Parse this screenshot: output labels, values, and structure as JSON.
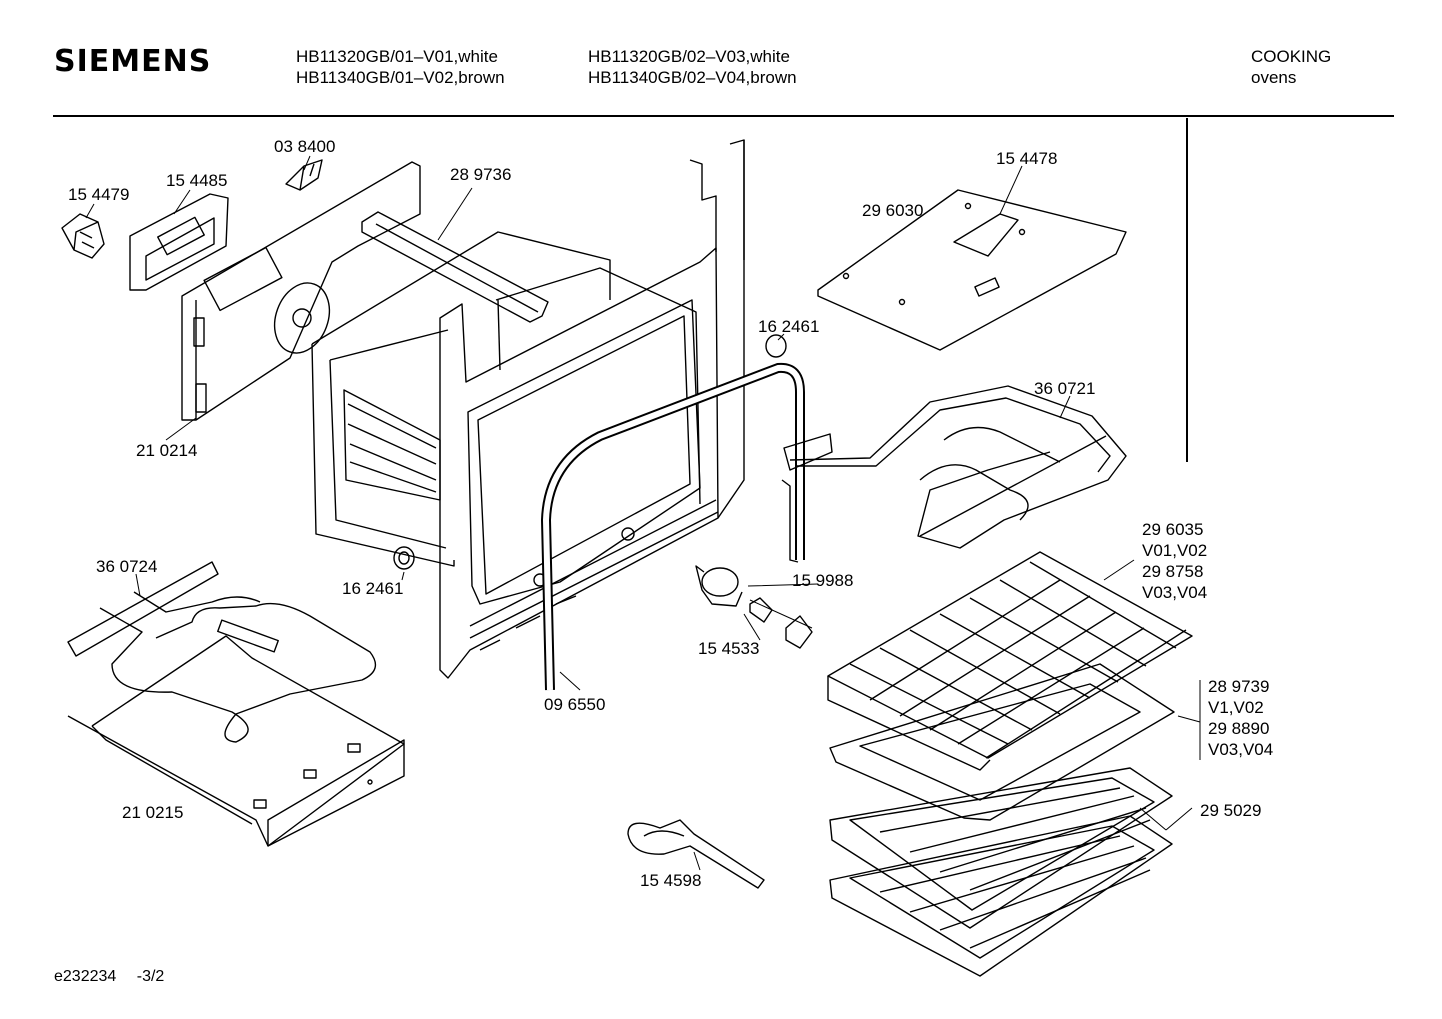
{
  "header": {
    "brand": "SIEMENS",
    "models_col1": [
      "HB11320GB/01–V01,white",
      "HB11340GB/01–V02,brown"
    ],
    "models_col2": [
      "HB11320GB/02–V03,white",
      "HB11340GB/02–V04,brown"
    ],
    "category": [
      "COOKING",
      "ovens"
    ]
  },
  "parts": {
    "p154479": "15 4479",
    "p154485": "15 4485",
    "p038400": "03 8400",
    "p289736": "28 9736",
    "p154478": "15 4478",
    "p296030": "29 6030",
    "p162461a": "16 2461",
    "p360721": "36 0721",
    "p210214": "21 0214",
    "p296035": [
      "29 6035",
      "V01,V02",
      "29 8758",
      "V03,V04"
    ],
    "p360724": "36 0724",
    "p162461b": "16 2461",
    "p159988": "15 9988",
    "p154533": "15 4533",
    "p096550": "09 6550",
    "p289739": [
      "28 9739",
      "V1,V02",
      "29 8890",
      "V03,V04"
    ],
    "p295029": "29 5029",
    "p210215": "21 0215",
    "p154598": "15 4598"
  },
  "footer": {
    "code": "e232234",
    "page": "-3/2"
  }
}
